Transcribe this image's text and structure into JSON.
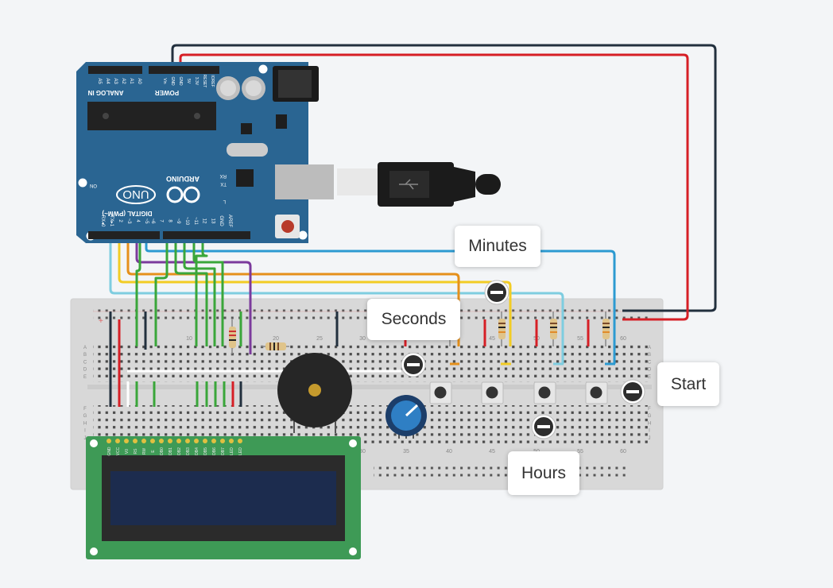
{
  "board": {
    "brand": "ARDUINO",
    "model": "UNO",
    "power_label": "POWER",
    "analog_label": "ANALOG IN",
    "digital_label": "DIGITAL (PWM~)",
    "on_label": "ON",
    "tx_label": "TX",
    "rx_label": "RX",
    "l_label": "L",
    "power_pins": [
      "IOREF",
      "RESET",
      "3.3V",
      "5V",
      "GND",
      "GND",
      "Vin"
    ],
    "analog_pins": [
      "A0",
      "A1",
      "A2",
      "A3",
      "A4",
      "A5"
    ],
    "digital_pins": [
      "AREF",
      "GND",
      "13",
      "12",
      "~11",
      "~10",
      "~9",
      "8",
      "7",
      "~6",
      "~5",
      "4",
      "~3",
      "2",
      "TX▸1",
      "RX◂0"
    ]
  },
  "breadboard": {
    "row_letters_top": [
      "A",
      "B",
      "C",
      "D",
      "E"
    ],
    "row_letters_bottom": [
      "F",
      "G",
      "H",
      "I",
      "J"
    ],
    "column_numbers_top": [
      "10",
      "20",
      "25",
      "30",
      "45",
      "50",
      "55",
      "60"
    ],
    "column_numbers_bottom": [
      "30",
      "35",
      "40",
      "45",
      "50",
      "55",
      "60"
    ]
  },
  "lcd": {
    "pins": [
      "GND",
      "VCC",
      "V0",
      "RS",
      "RW",
      "E",
      "DB0",
      "DB1",
      "DB2",
      "DB3",
      "DB4",
      "DB5",
      "DB6",
      "DB7",
      "LED",
      "LED"
    ]
  },
  "callouts": {
    "minutes": "Minutes",
    "seconds": "Seconds",
    "hours": "Hours",
    "start": "Start"
  },
  "colors": {
    "board": "#2a6592",
    "breadboard": "#d8d8d8",
    "lcd_pcb": "#3e9a56",
    "lcd_screen": "#1c2c4e",
    "wire_red": "#d61f26",
    "wire_dark": "#22303e",
    "wire_blue": "#2c9ad1",
    "wire_light_blue": "#7ecde0",
    "wire_yellow": "#f2cc24",
    "wire_orange": "#e5901b",
    "wire_purple": "#7b3a9c",
    "wire_green": "#3aa63a"
  }
}
